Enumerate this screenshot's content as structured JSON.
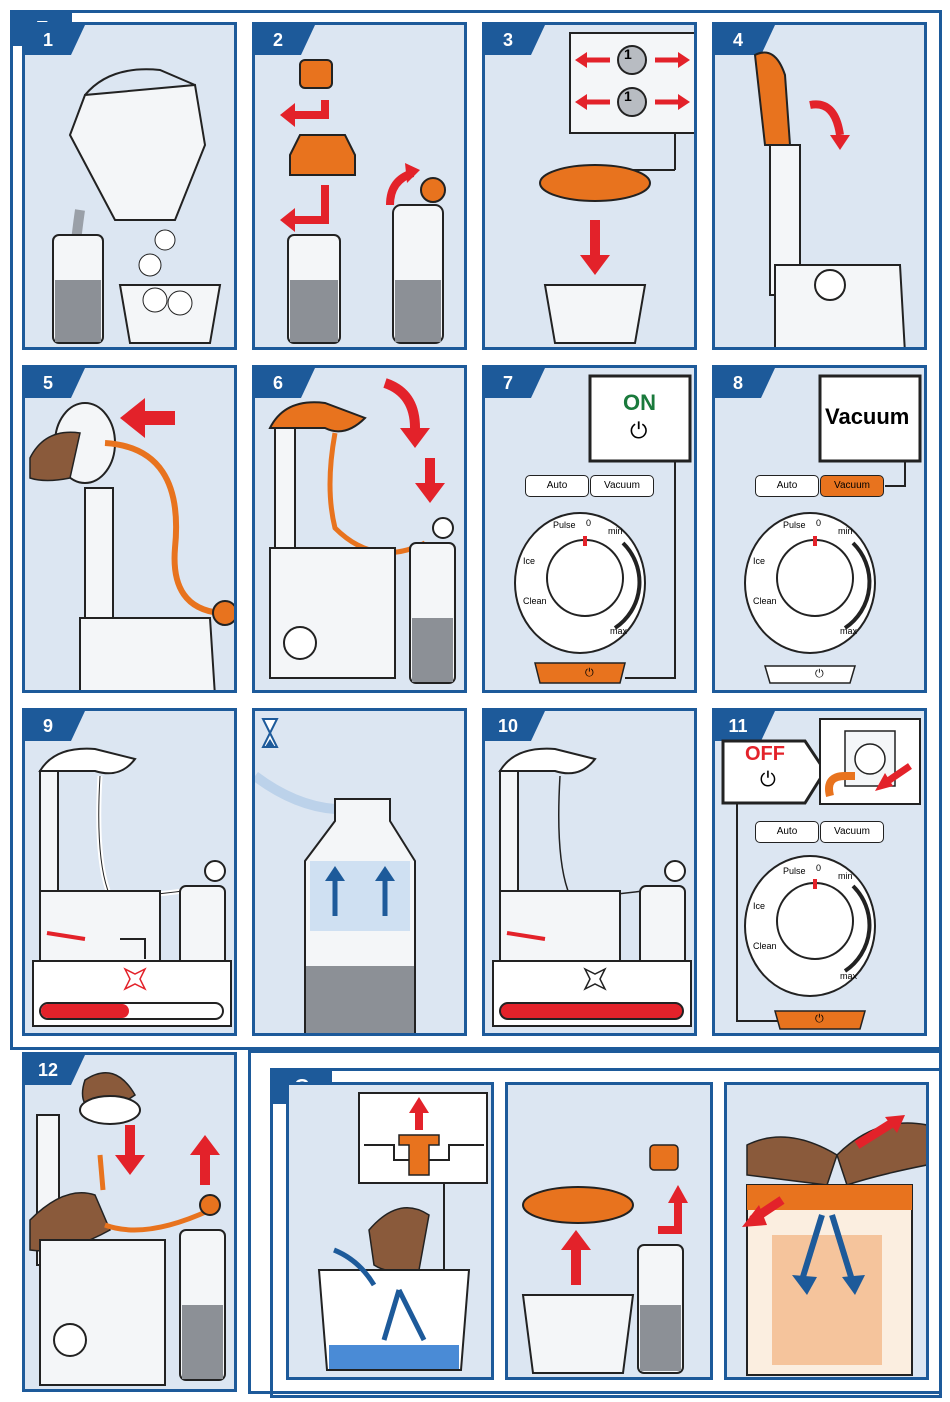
{
  "sections": {
    "F": "F",
    "G": "G"
  },
  "steps": [
    "1",
    "2",
    "3",
    "4",
    "5",
    "6",
    "7",
    "8",
    "9",
    "10",
    "11",
    "12"
  ],
  "labels": {
    "speed_mark": "1",
    "on": "ON",
    "off": "OFF",
    "vacuum_big": "Vacuum",
    "auto": "Auto",
    "vacuum": "Vacuum",
    "pulse": "Pulse",
    "zero": "0",
    "min": "min",
    "max": "max",
    "ice": "Ice",
    "clean": "Clean",
    "power_symbol": "⏻"
  },
  "colors": {
    "blue": "#1d5a9a",
    "orange": "#e8731e",
    "red": "#e3222a",
    "panel": "#dce6f2",
    "green": "#1a7a3c"
  },
  "icons": [
    "hourglass-icon",
    "power-icon",
    "vacuum-icon",
    "arrow-icon",
    "plug-icon"
  ]
}
